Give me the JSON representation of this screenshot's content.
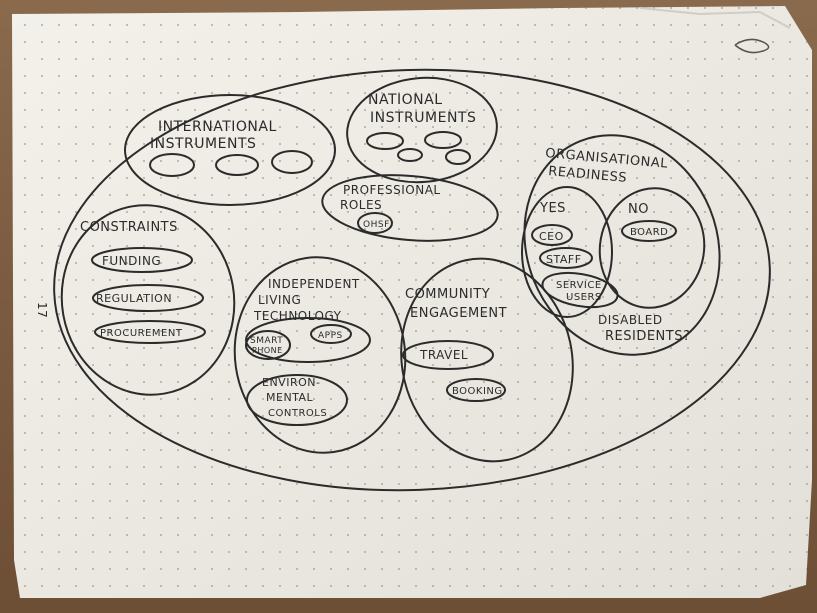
{
  "page_number": "17",
  "groups": {
    "international": {
      "title_line1": "INTERNATIONAL",
      "title_line2": "INSTRUMENTS"
    },
    "national": {
      "title_line1": "NATIONAL",
      "title_line2": "INSTRUMENTS"
    },
    "professional": {
      "title_line1": "PROFESSIONAL",
      "title_line2": "ROLES",
      "item": "OHSF"
    },
    "organisational": {
      "title_line1": "ORGANISATIONAL",
      "title_line2": "READINESS",
      "yes_label": "YES",
      "no_label": "NO",
      "ceo": "CEO",
      "staff": "STAFF",
      "service_users_line1": "SERVICE",
      "service_users_line2": "USERS",
      "board": "BOARD",
      "disabled_line1": "DISABLED",
      "disabled_line2": "RESIDENTS?"
    },
    "constraints": {
      "title": "CONSTRAINTS",
      "funding": "FUNDING",
      "regulation": "REGULATION",
      "procurement": "PROCUREMENT"
    },
    "technology": {
      "title_line1": "INDEPENDENT",
      "title_line2": "LIVING",
      "title_line3": "TECHNOLOGY",
      "smart_line1": "SMART",
      "smart_line2": "PHONE",
      "apps": "APPS",
      "env_line1": "ENVIRON-",
      "env_line2": "MENTAL",
      "env_line3": "CONTROLS"
    },
    "community": {
      "title_line1": "COMMUNITY",
      "title_line2": "ENGAGEMENT",
      "travel": "TRAVEL",
      "booking": "BOOKING"
    }
  },
  "colors": {
    "paper": "#efede6",
    "ink": "#2b2b2b",
    "dot": "#9a9a96",
    "table": "#7b5b40"
  }
}
